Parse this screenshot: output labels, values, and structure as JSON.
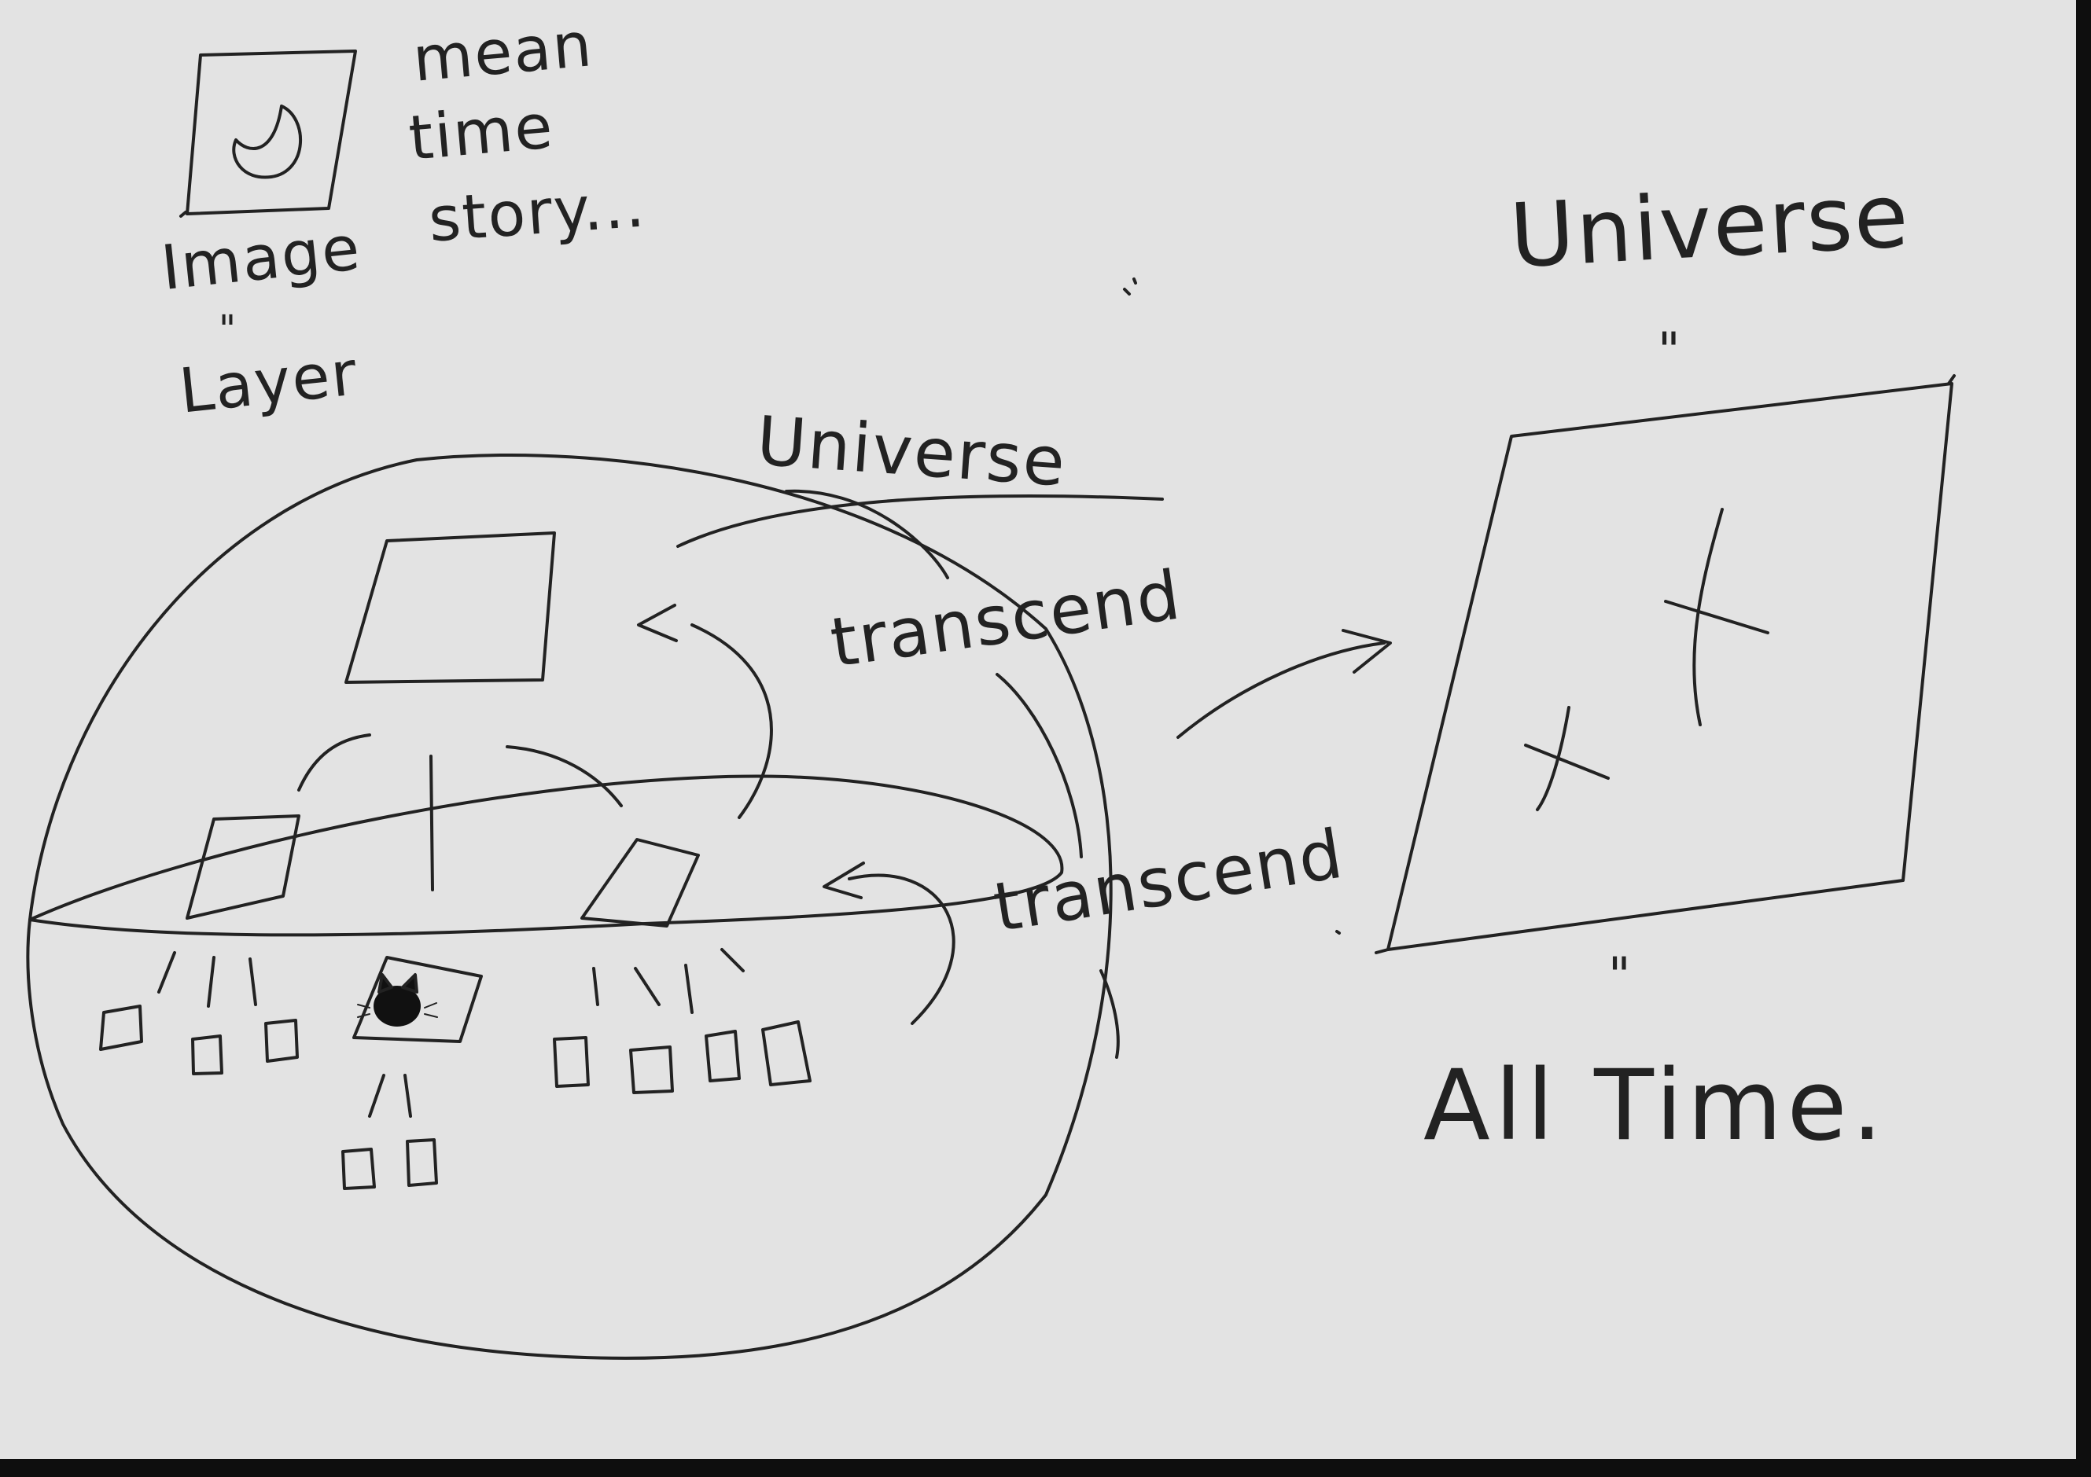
{
  "page": {
    "background": "#e3e3e3",
    "ink": "#222222"
  },
  "legend": {
    "icon": "moon-icon",
    "label_image": "Image",
    "equals_mark": "\"",
    "label_layer": "Layer",
    "meaning_lines": [
      "mean",
      "time",
      "story..."
    ]
  },
  "left_sphere": {
    "title": "Universe",
    "transcend_upper": "transcend",
    "transcend_lower": "transcend",
    "inner_icon": "cat-icon"
  },
  "right_frame": {
    "title": "Universe",
    "equals_top": "\"",
    "equals_bottom": "\"",
    "caption": "All Time."
  }
}
